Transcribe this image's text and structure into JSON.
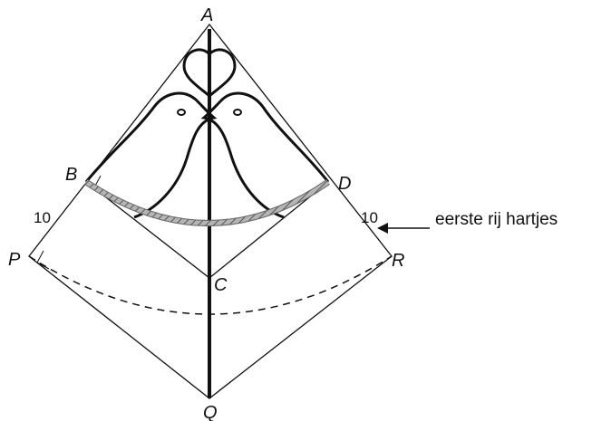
{
  "points": {
    "A": "A",
    "B": "B",
    "C": "C",
    "D": "D",
    "P": "P",
    "Q": "Q",
    "R": "R"
  },
  "lengths": {
    "left": "10",
    "right": "10"
  },
  "annotation": {
    "text": "eerste rij hartjes"
  },
  "colors": {
    "line": "#111111",
    "rope": "#9a9a9a",
    "background": "#ffffff"
  }
}
